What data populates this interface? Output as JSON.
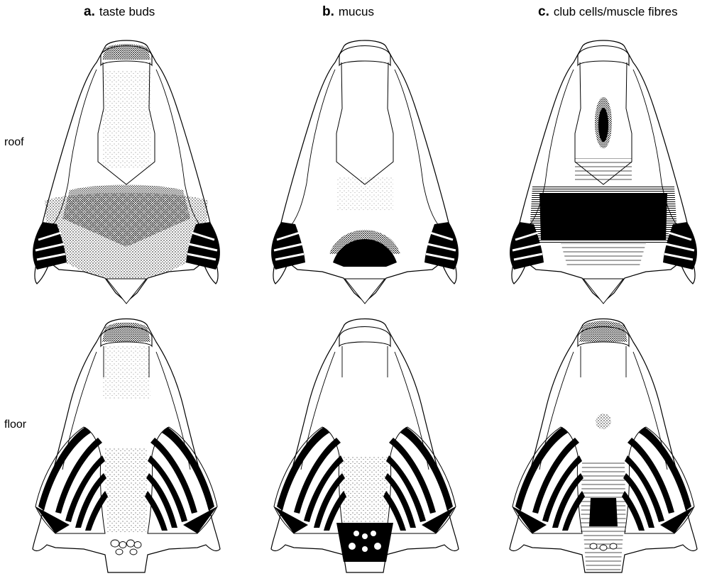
{
  "columns": [
    {
      "letter": "a.",
      "title": "taste buds"
    },
    {
      "letter": "b.",
      "title": "mucus"
    },
    {
      "letter": "c.",
      "title": "club cells/muscle fibres"
    }
  ],
  "rows": [
    {
      "label": "roof"
    },
    {
      "label": "floor"
    }
  ],
  "colors": {
    "ink": "#000000",
    "paper": "#ffffff"
  }
}
